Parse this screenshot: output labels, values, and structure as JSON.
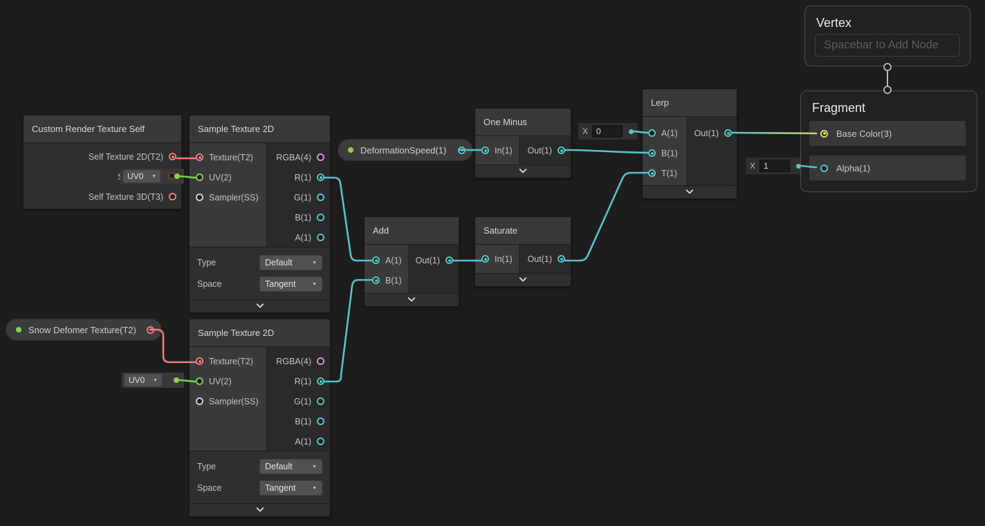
{
  "colors": {
    "background": "#1d1d1d",
    "wire_cyan": "#56c4ca",
    "wire_green": "#7fce4f",
    "wire_salmon": "#ef7d7d",
    "wire_gradient_end": "#c9d36b",
    "port_pink": "#e18be4",
    "port_yellow": "#dfe05f"
  },
  "contexts": {
    "vertex": {
      "title": "Vertex",
      "placeholder": "Spacebar to Add Node"
    },
    "fragment": {
      "title": "Fragment",
      "ports": [
        "Base Color(3)",
        "Alpha(1)"
      ]
    }
  },
  "nodes": {
    "custom_render_texture_self": {
      "title": "Custom Render Texture Self",
      "outputs": [
        "Self Texture 2D(T2)",
        "Self Texture",
        "Self Texture 3D(T3)"
      ]
    },
    "sample_texture_top": {
      "title": "Sample Texture 2D",
      "inputs": [
        "Texture(T2)",
        "UV(2)",
        "Sampler(SS)"
      ],
      "outputs": [
        "RGBA(4)",
        "R(1)",
        "G(1)",
        "B(1)",
        "A(1)"
      ],
      "options": [
        {
          "label": "Type",
          "value": "Default"
        },
        {
          "label": "Space",
          "value": "Tangent"
        }
      ]
    },
    "sample_texture_bottom": {
      "title": "Sample Texture 2D",
      "inputs": [
        "Texture(T2)",
        "UV(2)",
        "Sampler(SS)"
      ],
      "outputs": [
        "RGBA(4)",
        "R(1)",
        "G(1)",
        "B(1)",
        "A(1)"
      ],
      "options": [
        {
          "label": "Type",
          "value": "Default"
        },
        {
          "label": "Space",
          "value": "Tangent"
        }
      ]
    },
    "one_minus": {
      "title": "One Minus",
      "inputs": [
        "In(1)"
      ],
      "outputs": [
        "Out(1)"
      ]
    },
    "add": {
      "title": "Add",
      "inputs": [
        "A(1)",
        "B(1)"
      ],
      "outputs": [
        "Out(1)"
      ]
    },
    "saturate": {
      "title": "Saturate",
      "inputs": [
        "In(1)"
      ],
      "outputs": [
        "Out(1)"
      ]
    },
    "lerp": {
      "title": "Lerp",
      "inputs": [
        "A(1)",
        "B(1)",
        "T(1)"
      ],
      "outputs": [
        "Out(1)"
      ]
    }
  },
  "properties": {
    "deformation_speed": {
      "label": "DeformationSpeed(1)"
    },
    "snow_deformer": {
      "label": "Snow Defomer Texture(T2)"
    }
  },
  "inline_values": {
    "lerp_a": {
      "label": "X",
      "value": "0"
    },
    "fragment_alpha": {
      "label": "X",
      "value": "1"
    },
    "uv_top": {
      "value": "UV0"
    },
    "uv_bottom": {
      "value": "UV0"
    }
  }
}
